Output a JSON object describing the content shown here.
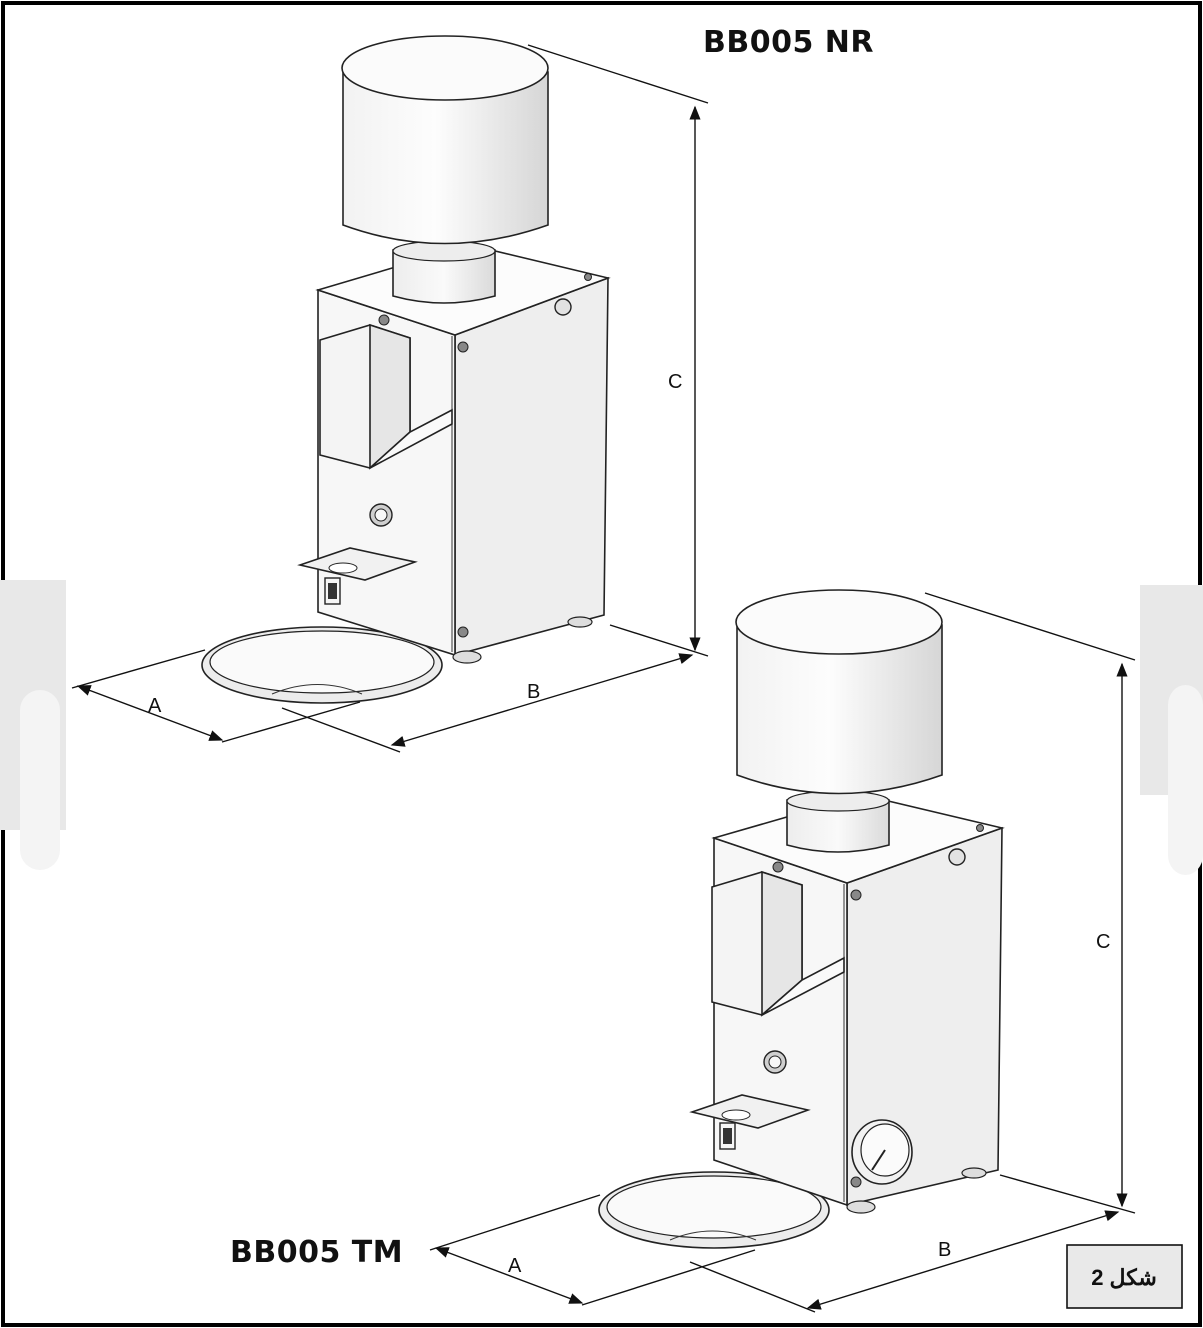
{
  "models": {
    "top_label": "BB005 NR",
    "bottom_label": "BB005 TM"
  },
  "dimensions": {
    "a": "A",
    "b": "B",
    "c": "C"
  },
  "figure": {
    "label": "شكل 2"
  },
  "colors": {
    "frame": "#000000",
    "watermark": "#e6e6e6",
    "hopper_light": "#fbfbfb",
    "hopper_dark": "#dcdcdc",
    "body_front": "#f6f6f6",
    "body_side": "#ededed",
    "body_top": "#fcfcfc",
    "figure_box": "#e9e9e9"
  }
}
